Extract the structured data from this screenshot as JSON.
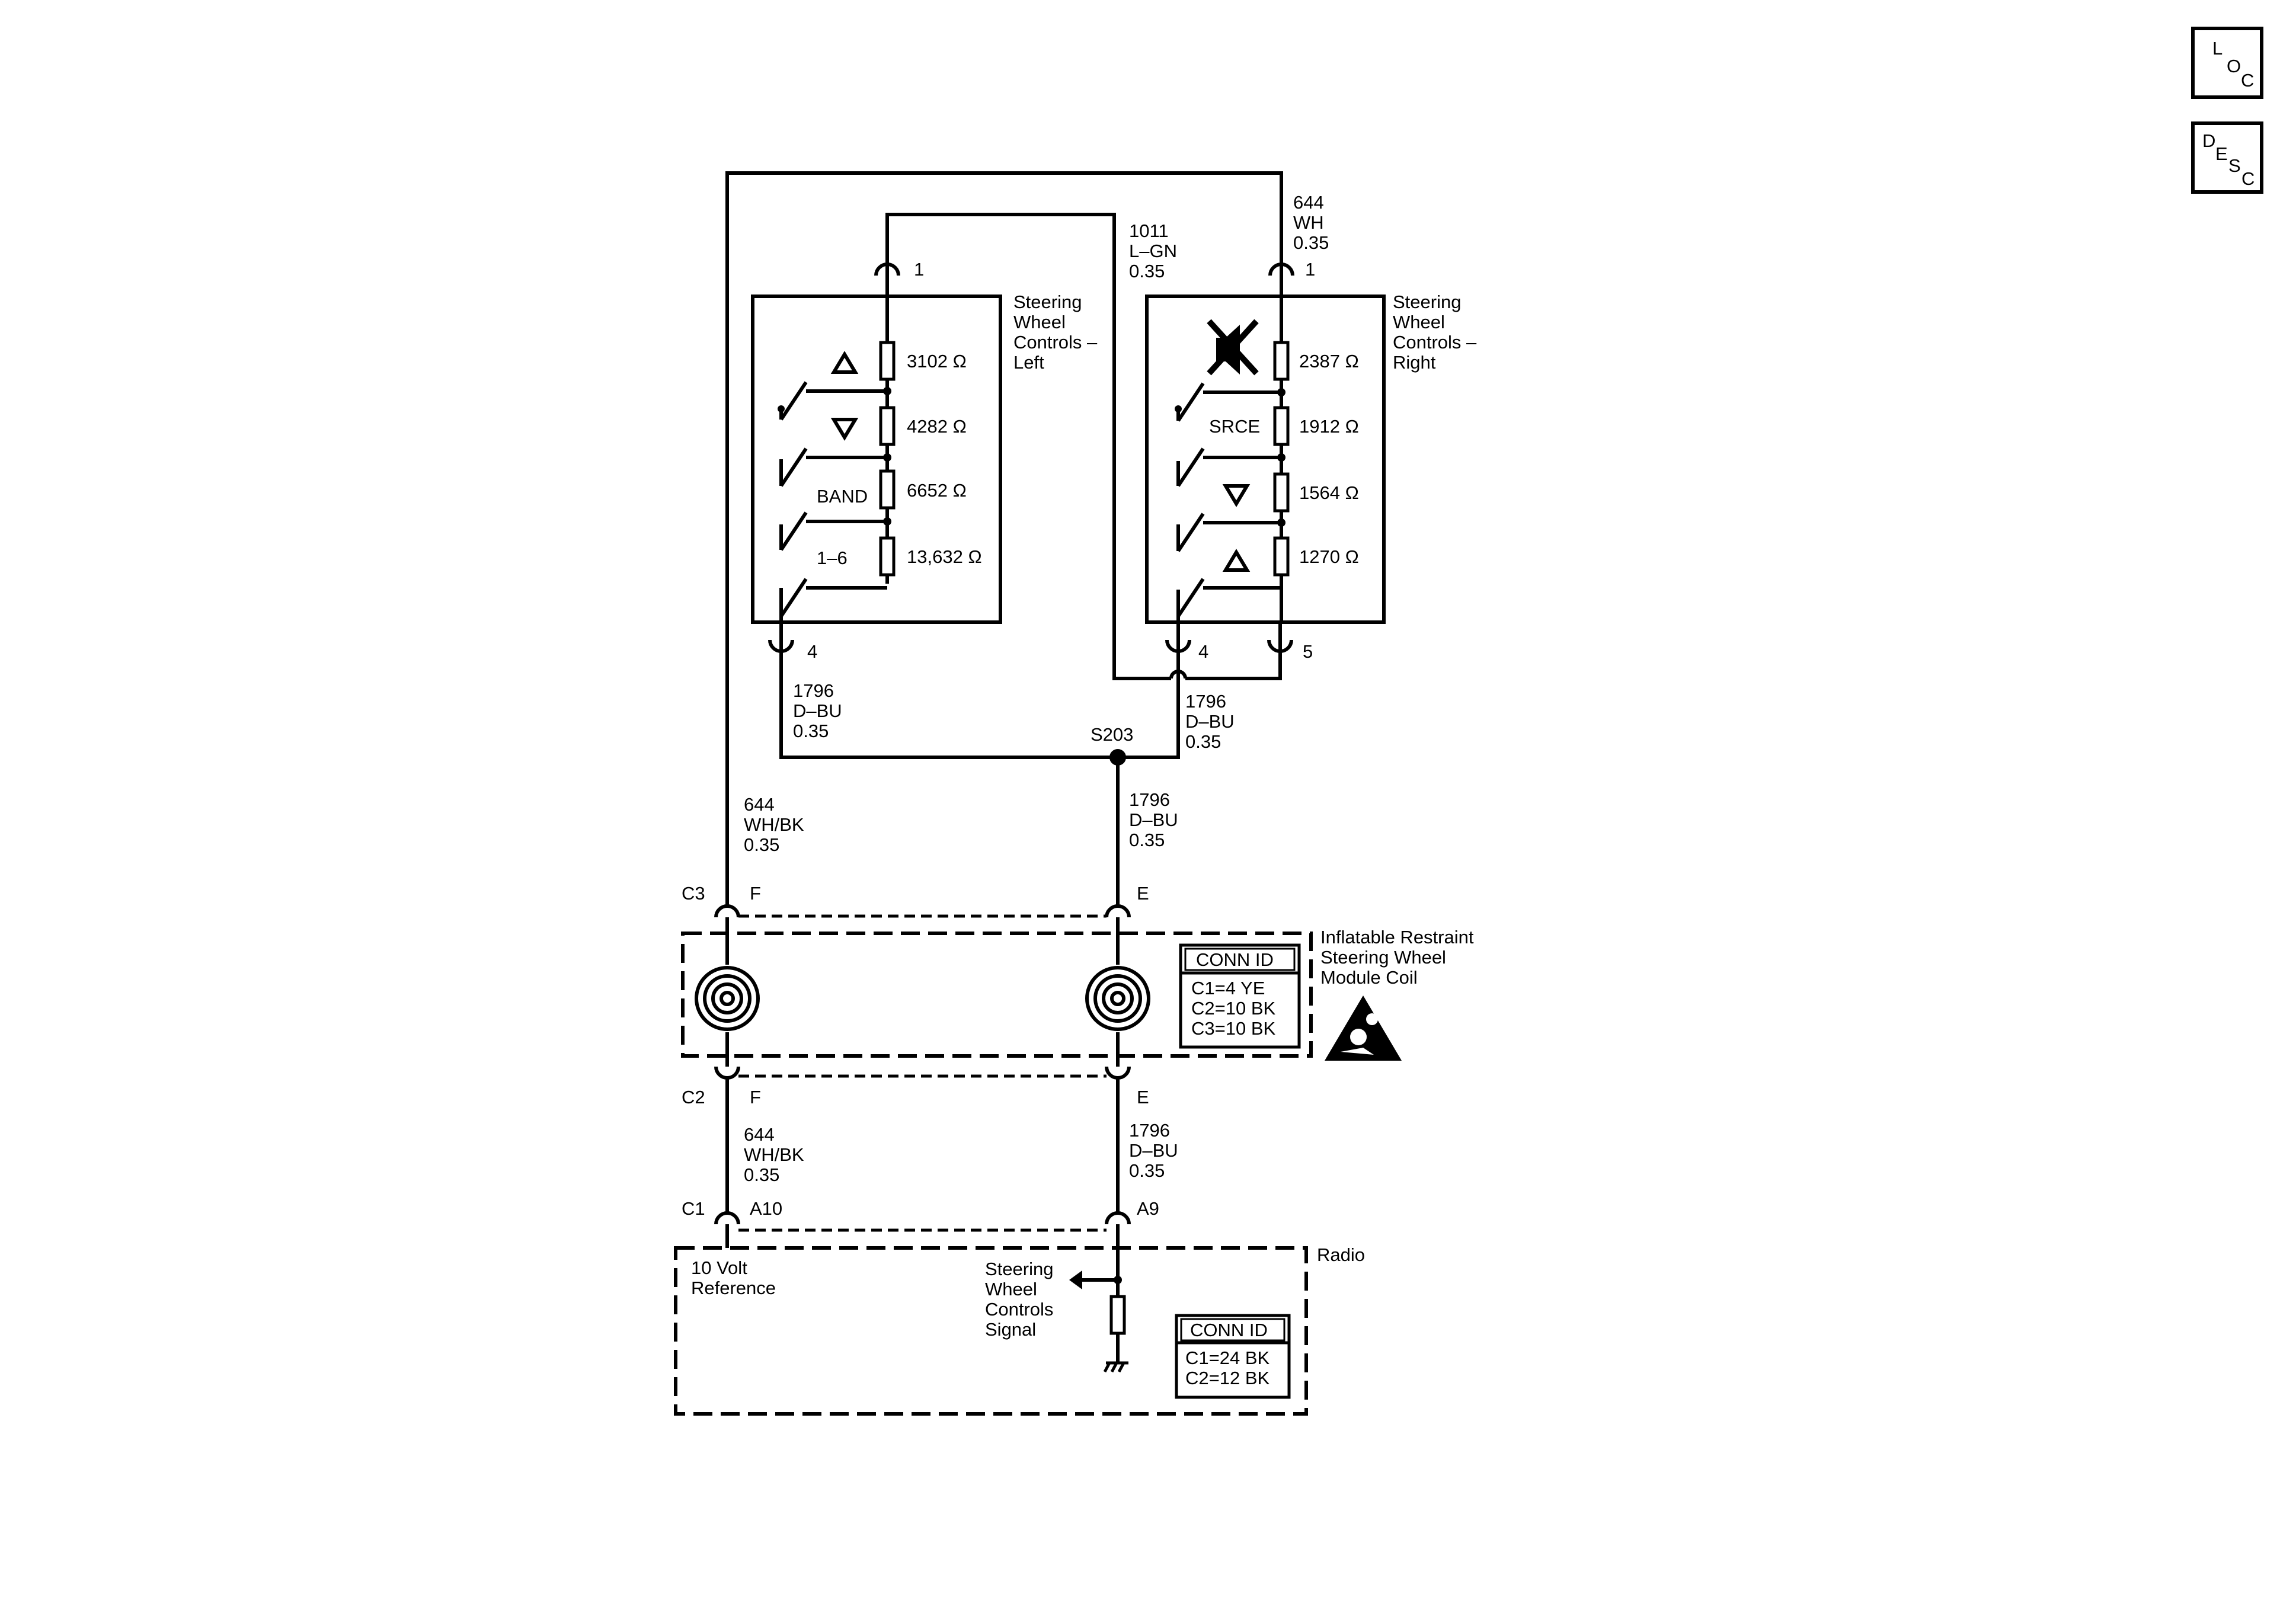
{
  "nav": {
    "loc": {
      "l1": "L",
      "l2": "O",
      "l3": "C"
    },
    "desc": {
      "l1": "D",
      "l2": "E",
      "l3": "S",
      "l4": "C"
    }
  },
  "wires": {
    "w644_wh": {
      "num": "644",
      "color": "WH",
      "size": "0.35"
    },
    "w1011_lgn": {
      "num": "1011",
      "color": "L–GN",
      "size": "0.35"
    },
    "w1796_left": {
      "num": "1796",
      "color": "D–BU",
      "size": "0.35"
    },
    "w1796_right": {
      "num": "1796",
      "color": "D–BU",
      "size": "0.35"
    },
    "w644_whbk_upper": {
      "num": "644",
      "color": "WH/BK",
      "size": "0.35"
    },
    "w1796_mid": {
      "num": "1796",
      "color": "D–BU",
      "size": "0.35"
    },
    "w644_whbk_lower": {
      "num": "644",
      "color": "WH/BK",
      "size": "0.35"
    },
    "w1796_lower": {
      "num": "1796",
      "color": "D–BU",
      "size": "0.35"
    }
  },
  "left_switch": {
    "title": [
      "Steering",
      "Wheel",
      "Controls –",
      "Left"
    ],
    "pin_top": "1",
    "pin_bottom": "4",
    "buttons": {
      "band": "BAND",
      "preset": "1–6"
    },
    "resistors": [
      "3102",
      "4282",
      "6652",
      "13,632"
    ],
    "ohm_symbol": "Ω"
  },
  "right_switch": {
    "title": [
      "Steering",
      "Wheel",
      "Controls –",
      "Right"
    ],
    "pin_top": "1",
    "pin_bottom_a": "4",
    "pin_bottom_b": "5",
    "buttons": {
      "source": "SRCE"
    },
    "resistors": [
      "2387",
      "1912",
      "1564",
      "1270"
    ],
    "ohm_symbol": "Ω"
  },
  "splice": {
    "id": "S203"
  },
  "coil": {
    "title": [
      "Inflatable Restraint",
      "Steering Wheel",
      "Module Coil"
    ],
    "conn_top": "C3",
    "conn_bottom": "C2",
    "pin_left": "F",
    "pin_right": "E",
    "conn_id": {
      "header": "CONN ID",
      "rows": [
        "C1=4 YE",
        "C2=10 BK",
        "C3=10 BK"
      ]
    }
  },
  "radio": {
    "title": "Radio",
    "conn": "C1",
    "pin_left": "A10",
    "pin_right": "A9",
    "ref_label": [
      "10 Volt",
      "Reference"
    ],
    "signal_label": [
      "Steering",
      "Wheel",
      "Controls",
      "Signal"
    ],
    "conn_id": {
      "header": "CONN ID",
      "rows": [
        "C1=24 BK",
        "C2=12 BK"
      ]
    }
  }
}
